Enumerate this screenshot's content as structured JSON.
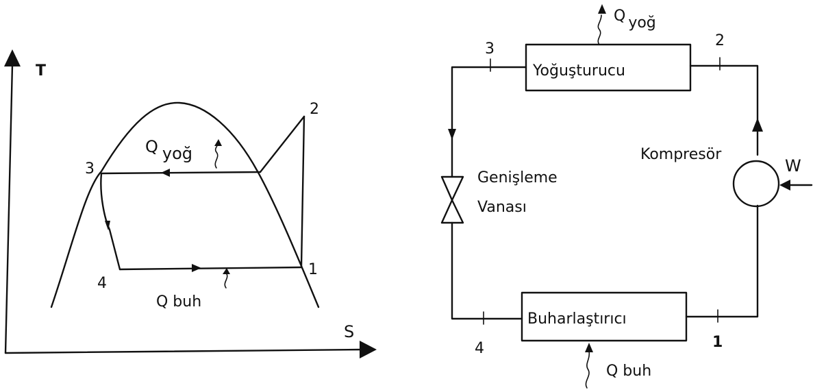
{
  "ts_diagram": {
    "axis_y": "T",
    "axis_x": "S",
    "point_labels": [
      "1",
      "2",
      "3",
      "4"
    ],
    "q_condenser": "Q",
    "q_condenser_sub": "yoğ",
    "q_evaporator": "Q buh"
  },
  "cycle_diagram": {
    "condenser": "Yoğuşturucu",
    "evaporator": "Buharlaştırıcı",
    "compressor": "Kompresör",
    "valve_line1": "Genişleme",
    "valve_line2": "Vanası",
    "work": "W",
    "q_top": "Q",
    "q_top_sub": "yoğ",
    "q_bottom": "Q buh",
    "state_labels": [
      "1",
      "2",
      "3",
      "4"
    ]
  }
}
